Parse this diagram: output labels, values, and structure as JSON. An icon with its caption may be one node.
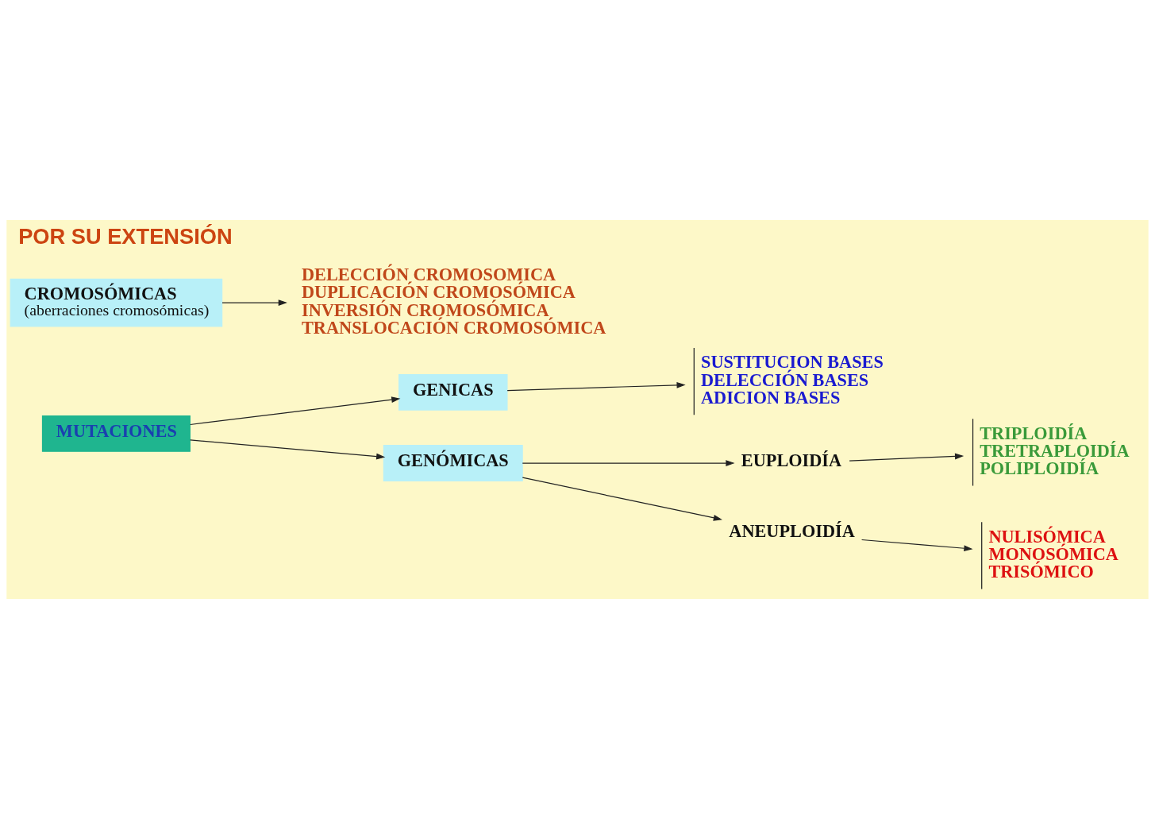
{
  "diagram": {
    "title": "POR SU EXTENSIÓN",
    "nodes": [
      {
        "text": [
          "MUTACIONES"
        ]
      },
      {
        "text": [
          "GENICAS"
        ]
      },
      {
        "text": [
          "SUSTITUCION BASES",
          "DELECCIÓN BASES",
          "ADICION BASES"
        ]
      },
      {
        "text": [
          "DELECCIÓN CROMOSOMICA",
          "DUPLICACIÓN CROMOSÓMICA",
          "INVERSIÓN CROMOSÓMICA",
          "TRANSLOCACIÓN CROMOSÓMICA"
        ]
      },
      {
        "text": [
          "CROMOSÓMICAS",
          "(aberraciones cromosómicas)"
        ]
      },
      {
        "text": [
          "EUPLOIDÍA"
        ]
      },
      {
        "text": [
          "TRIPLOIDÍA",
          "TRETRAPLOIDÍA",
          "POLIPLOIDÍA"
        ]
      },
      {
        "text": [
          "GENÓMICAS"
        ]
      },
      {
        "text": [
          "ANEUPLOIDÍA"
        ]
      },
      {
        "text": [
          "NULISÓMICA",
          "MONOSÓMICA",
          "TRISÓMICO"
        ]
      }
    ],
    "edges": [
      {
        "from": 0,
        "to": 1,
        "arrow": "to"
      },
      {
        "from": 1,
        "to": 2,
        "arrow": "to"
      },
      {
        "from": 4,
        "to": 3,
        "arrow": "to"
      },
      {
        "from": 0,
        "to": 7,
        "arrow": "to"
      },
      {
        "from": 7,
        "to": 5,
        "arrow": "to"
      },
      {
        "from": 5,
        "to": 6,
        "arrow": "to"
      },
      {
        "from": 7,
        "to": 8,
        "arrow": "to"
      },
      {
        "from": 8,
        "to": 9,
        "arrow": "to"
      }
    ]
  }
}
